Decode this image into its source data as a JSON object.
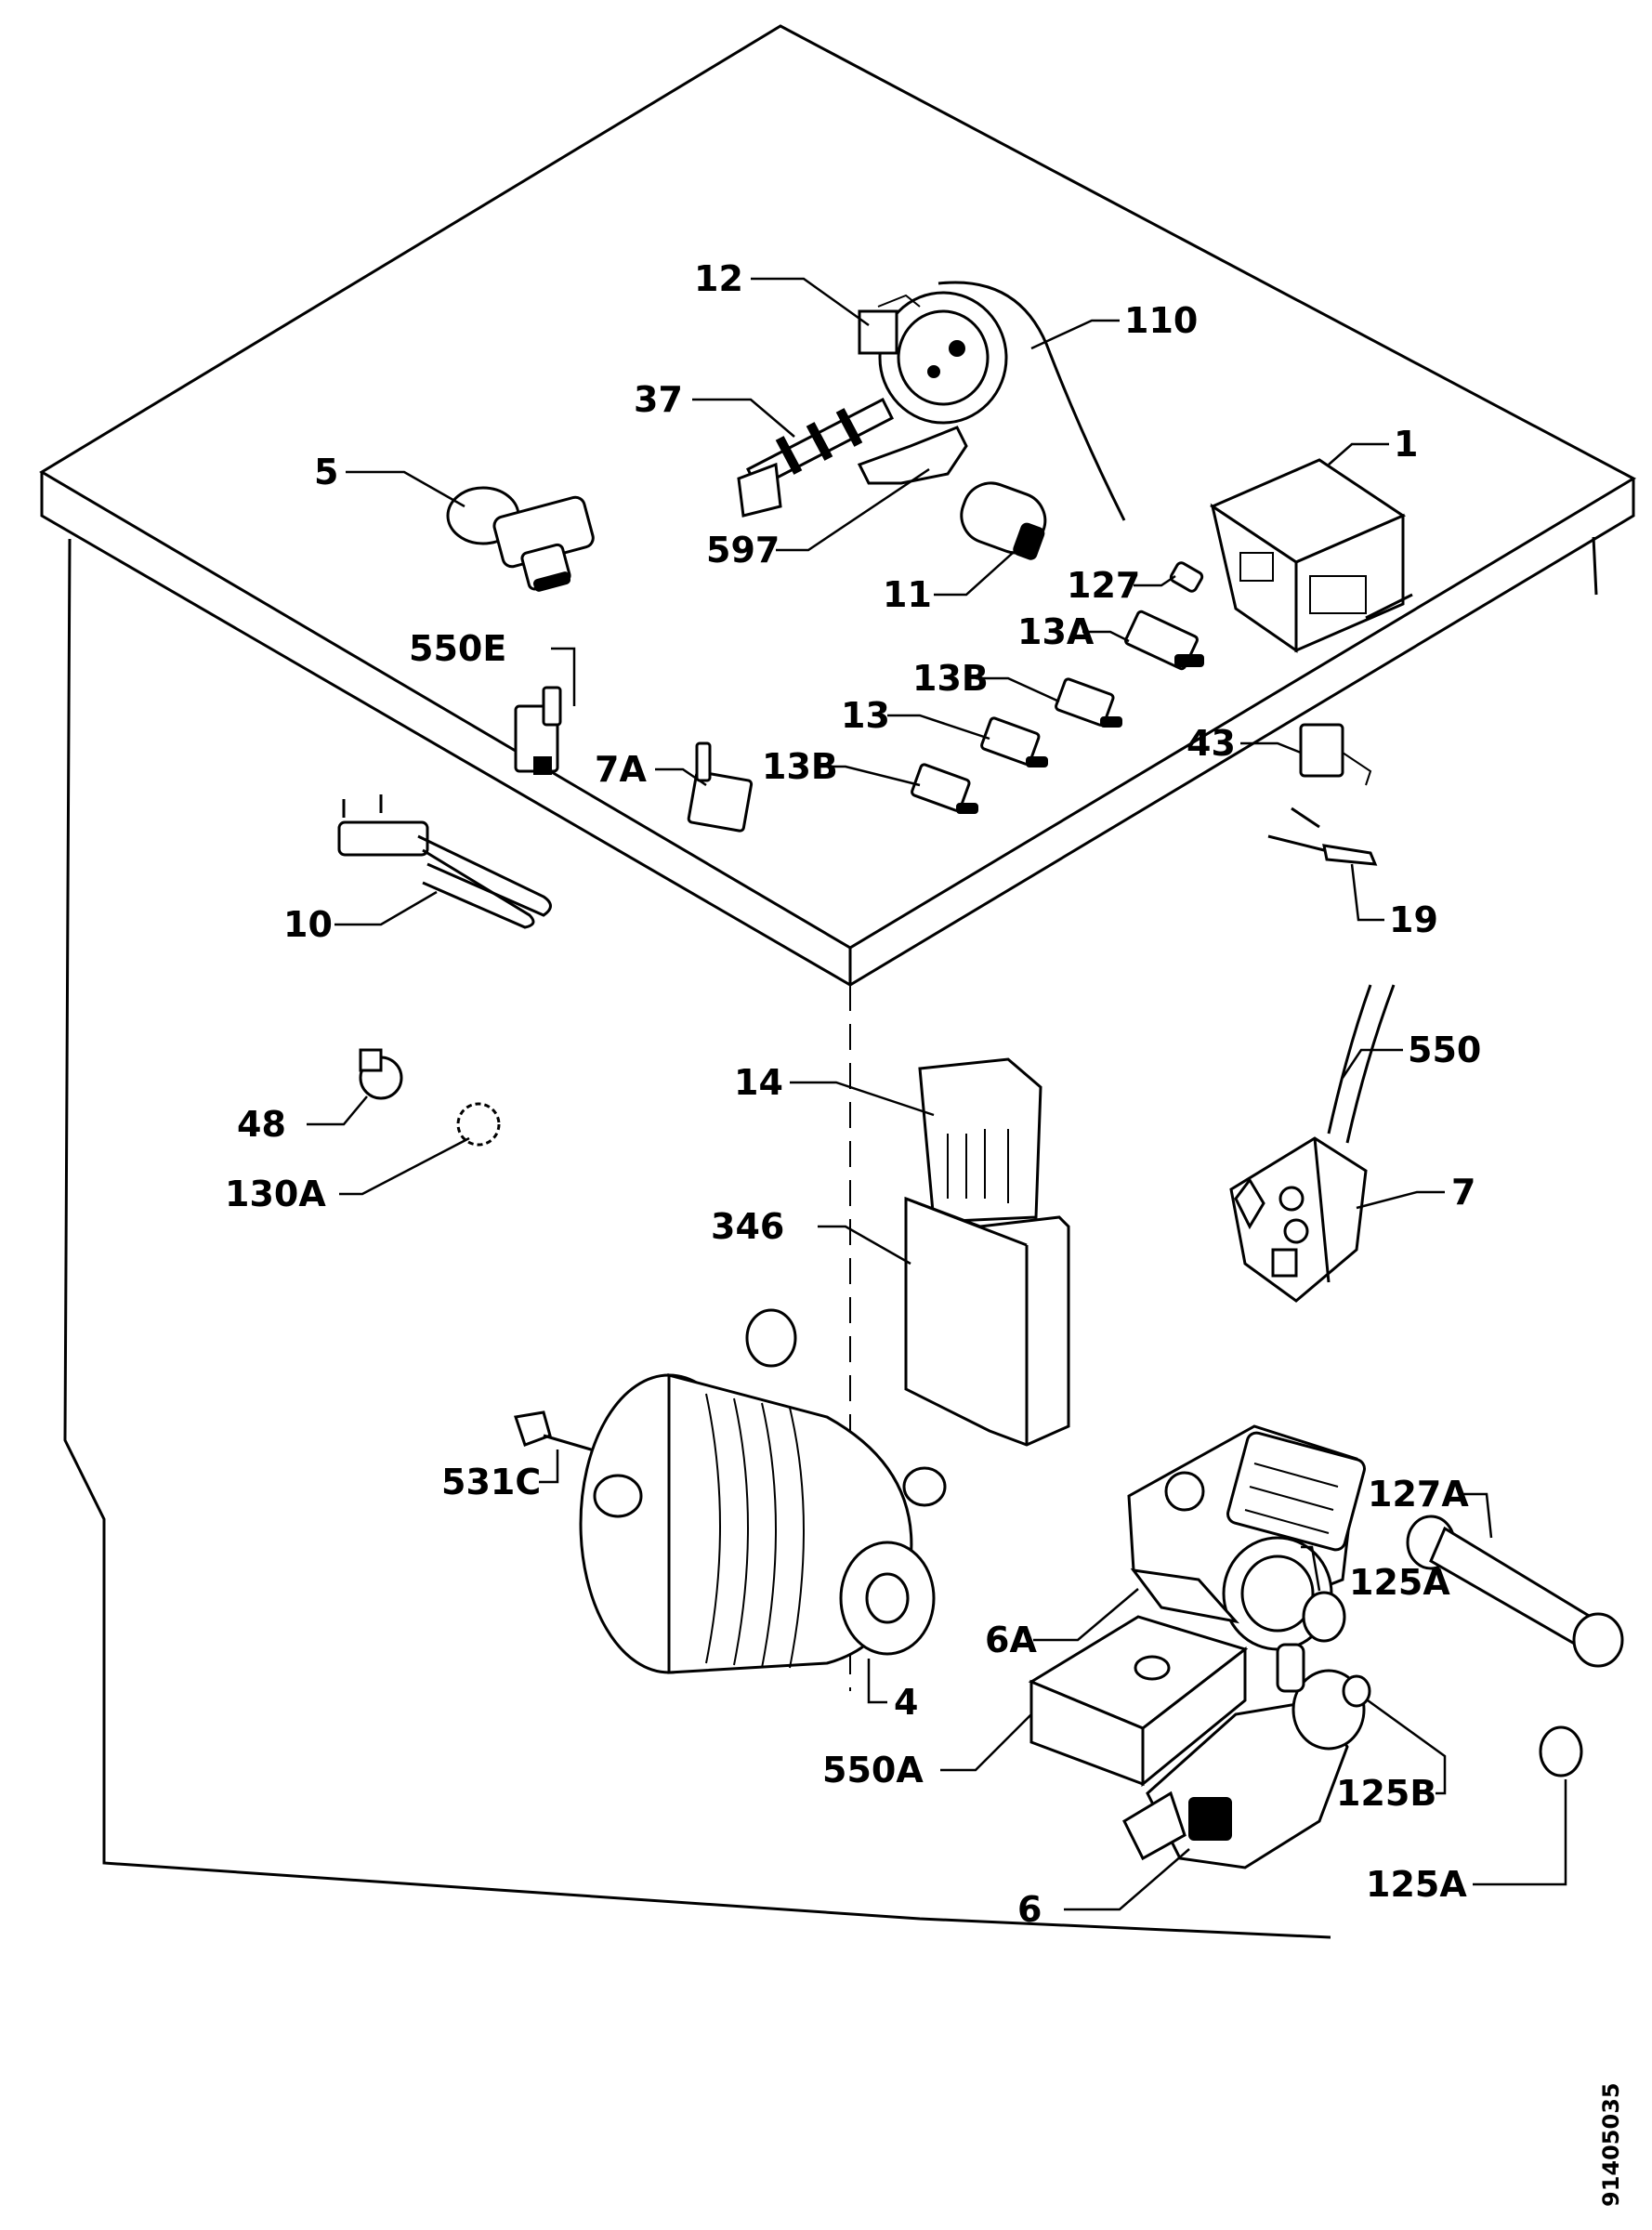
{
  "diagram": {
    "labels": {
      "l12": "12",
      "l110": "110",
      "l37": "37",
      "l5": "5",
      "l1": "1",
      "l597": "597",
      "l11": "11",
      "l127": "127",
      "l13a": "13A",
      "l550e": "550E",
      "l13b_1": "13B",
      "l13": "13",
      "l43": "43",
      "l7a": "7A",
      "l13b_2": "13B",
      "l19": "19",
      "l10": "10",
      "l550": "550",
      "l14": "14",
      "l48": "48",
      "l130a": "130A",
      "l346": "346",
      "l7": "7",
      "l531c": "531C",
      "l127a": "127A",
      "l125a_1": "125A",
      "l6a": "6A",
      "l4": "4",
      "l550a": "550A",
      "l125b": "125B",
      "l6": "6",
      "l125a_2": "125A"
    },
    "document_number": "91405035"
  }
}
